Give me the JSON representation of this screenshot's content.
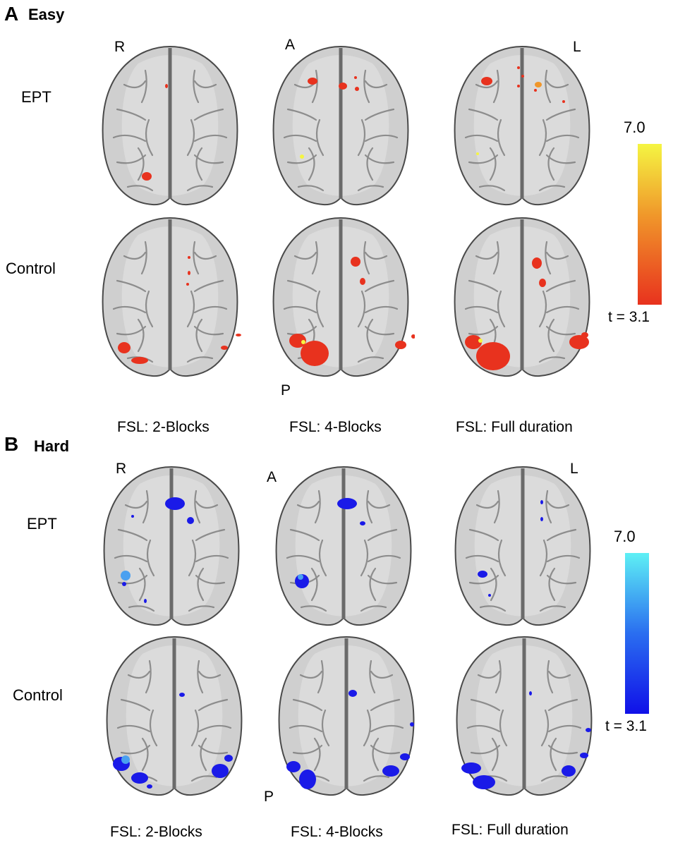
{
  "panels": [
    {
      "letter": "A",
      "title": "Easy",
      "row_labels": [
        "EPT",
        "Control"
      ],
      "orientation": {
        "right": "R",
        "anterior": "A",
        "left": "L",
        "posterior": "P"
      },
      "column_labels": [
        "FSL: 2-Blocks",
        "FSL: 4-Blocks",
        "FSL: Full duration"
      ],
      "colorbar": {
        "max_label": "7.0",
        "min_label": "t = 3.1",
        "low_color": "#e8321e",
        "high_color": "#f5f542"
      }
    },
    {
      "letter": "B",
      "title": "Hard",
      "row_labels": [
        "EPT",
        "Control"
      ],
      "orientation": {
        "right": "R",
        "anterior": "A",
        "left": "L",
        "posterior": "P"
      },
      "column_labels": [
        "FSL: 2-Blocks",
        "FSL: 4-Blocks",
        "FSL: Full duration"
      ],
      "colorbar": {
        "max_label": "7.0",
        "min_label": "t = 3.1",
        "low_color": "#1010e8",
        "high_color": "#5ef0f5"
      }
    }
  ]
}
